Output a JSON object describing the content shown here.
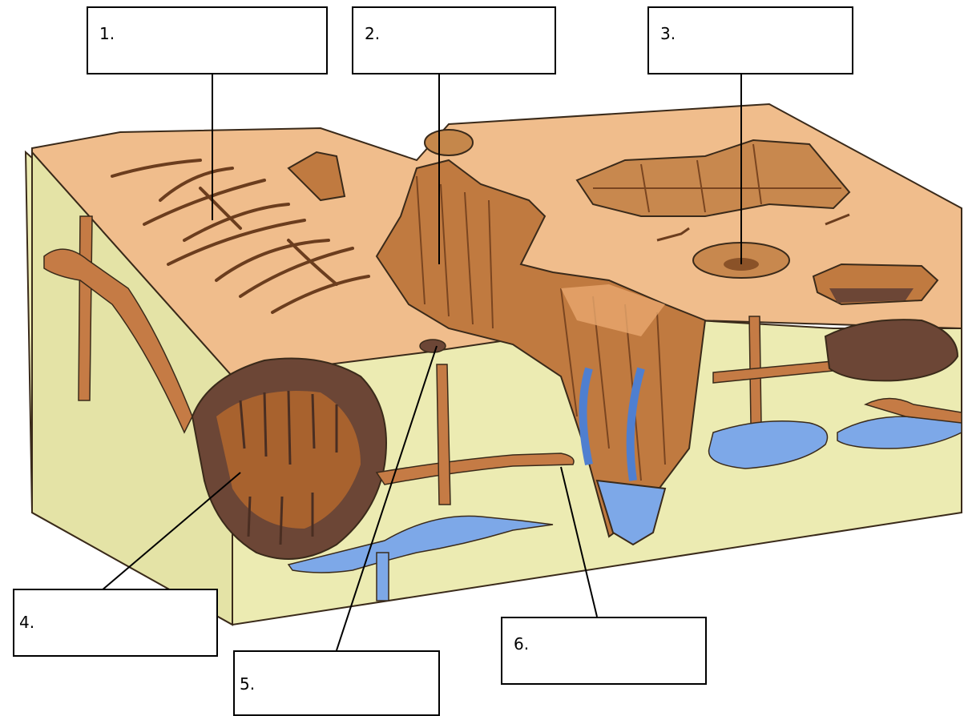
{
  "diagram": {
    "colors": {
      "surface": "#f0bd8c",
      "cave_brown": "#a8622e",
      "cave_dark": "#6c4636",
      "limestone": "#ecebb2",
      "water": "#7da8e8",
      "outline": "#3a2a1a"
    },
    "labels": [
      {
        "id": "1",
        "text": "1."
      },
      {
        "id": "2",
        "text": "2."
      },
      {
        "id": "3",
        "text": "3."
      },
      {
        "id": "4",
        "text": "4."
      },
      {
        "id": "5",
        "text": "5."
      },
      {
        "id": "6",
        "text": "6."
      }
    ]
  }
}
